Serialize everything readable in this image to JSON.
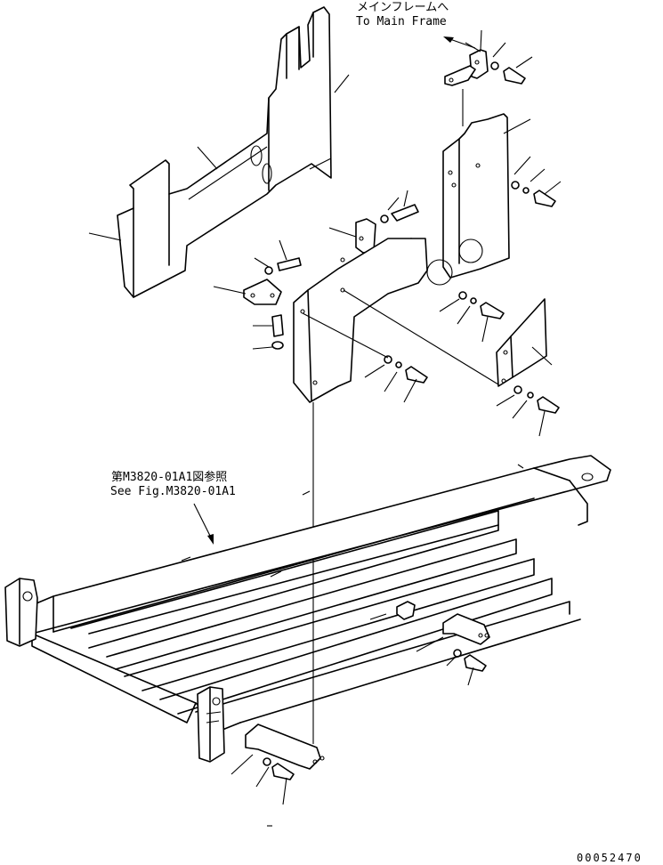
{
  "annotations": {
    "to_main_frame_jp": "メインフレームへ",
    "to_main_frame_en": "To Main Frame",
    "see_fig_jp": "第M3820-01A1図参照",
    "see_fig_en": "See Fig.M3820-01A1"
  },
  "drawing_number": "00052470"
}
